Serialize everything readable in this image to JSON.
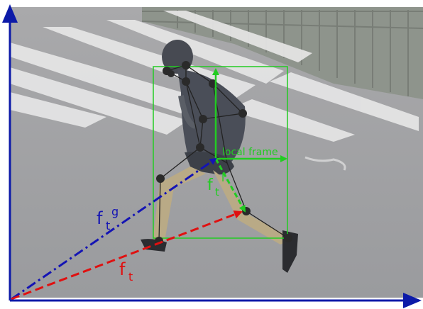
{
  "labels": {
    "local_frame": "local frame",
    "f_t_l_base": "f",
    "f_t_l_sub": "t",
    "f_t_l_sup": "l",
    "f_t_g_base": "f",
    "f_t_g_sub": "t",
    "f_t_g_sup": "g",
    "f_t_base": "f",
    "f_t_sub": "t"
  },
  "colors": {
    "global_axes": "#0c1aa8",
    "global_vector": "#1414b4",
    "local_frame": "#22cc22",
    "pose_vector": "#e01010",
    "skeleton_joint": "#2a2a2a",
    "skeleton_bone": "#222222"
  }
}
